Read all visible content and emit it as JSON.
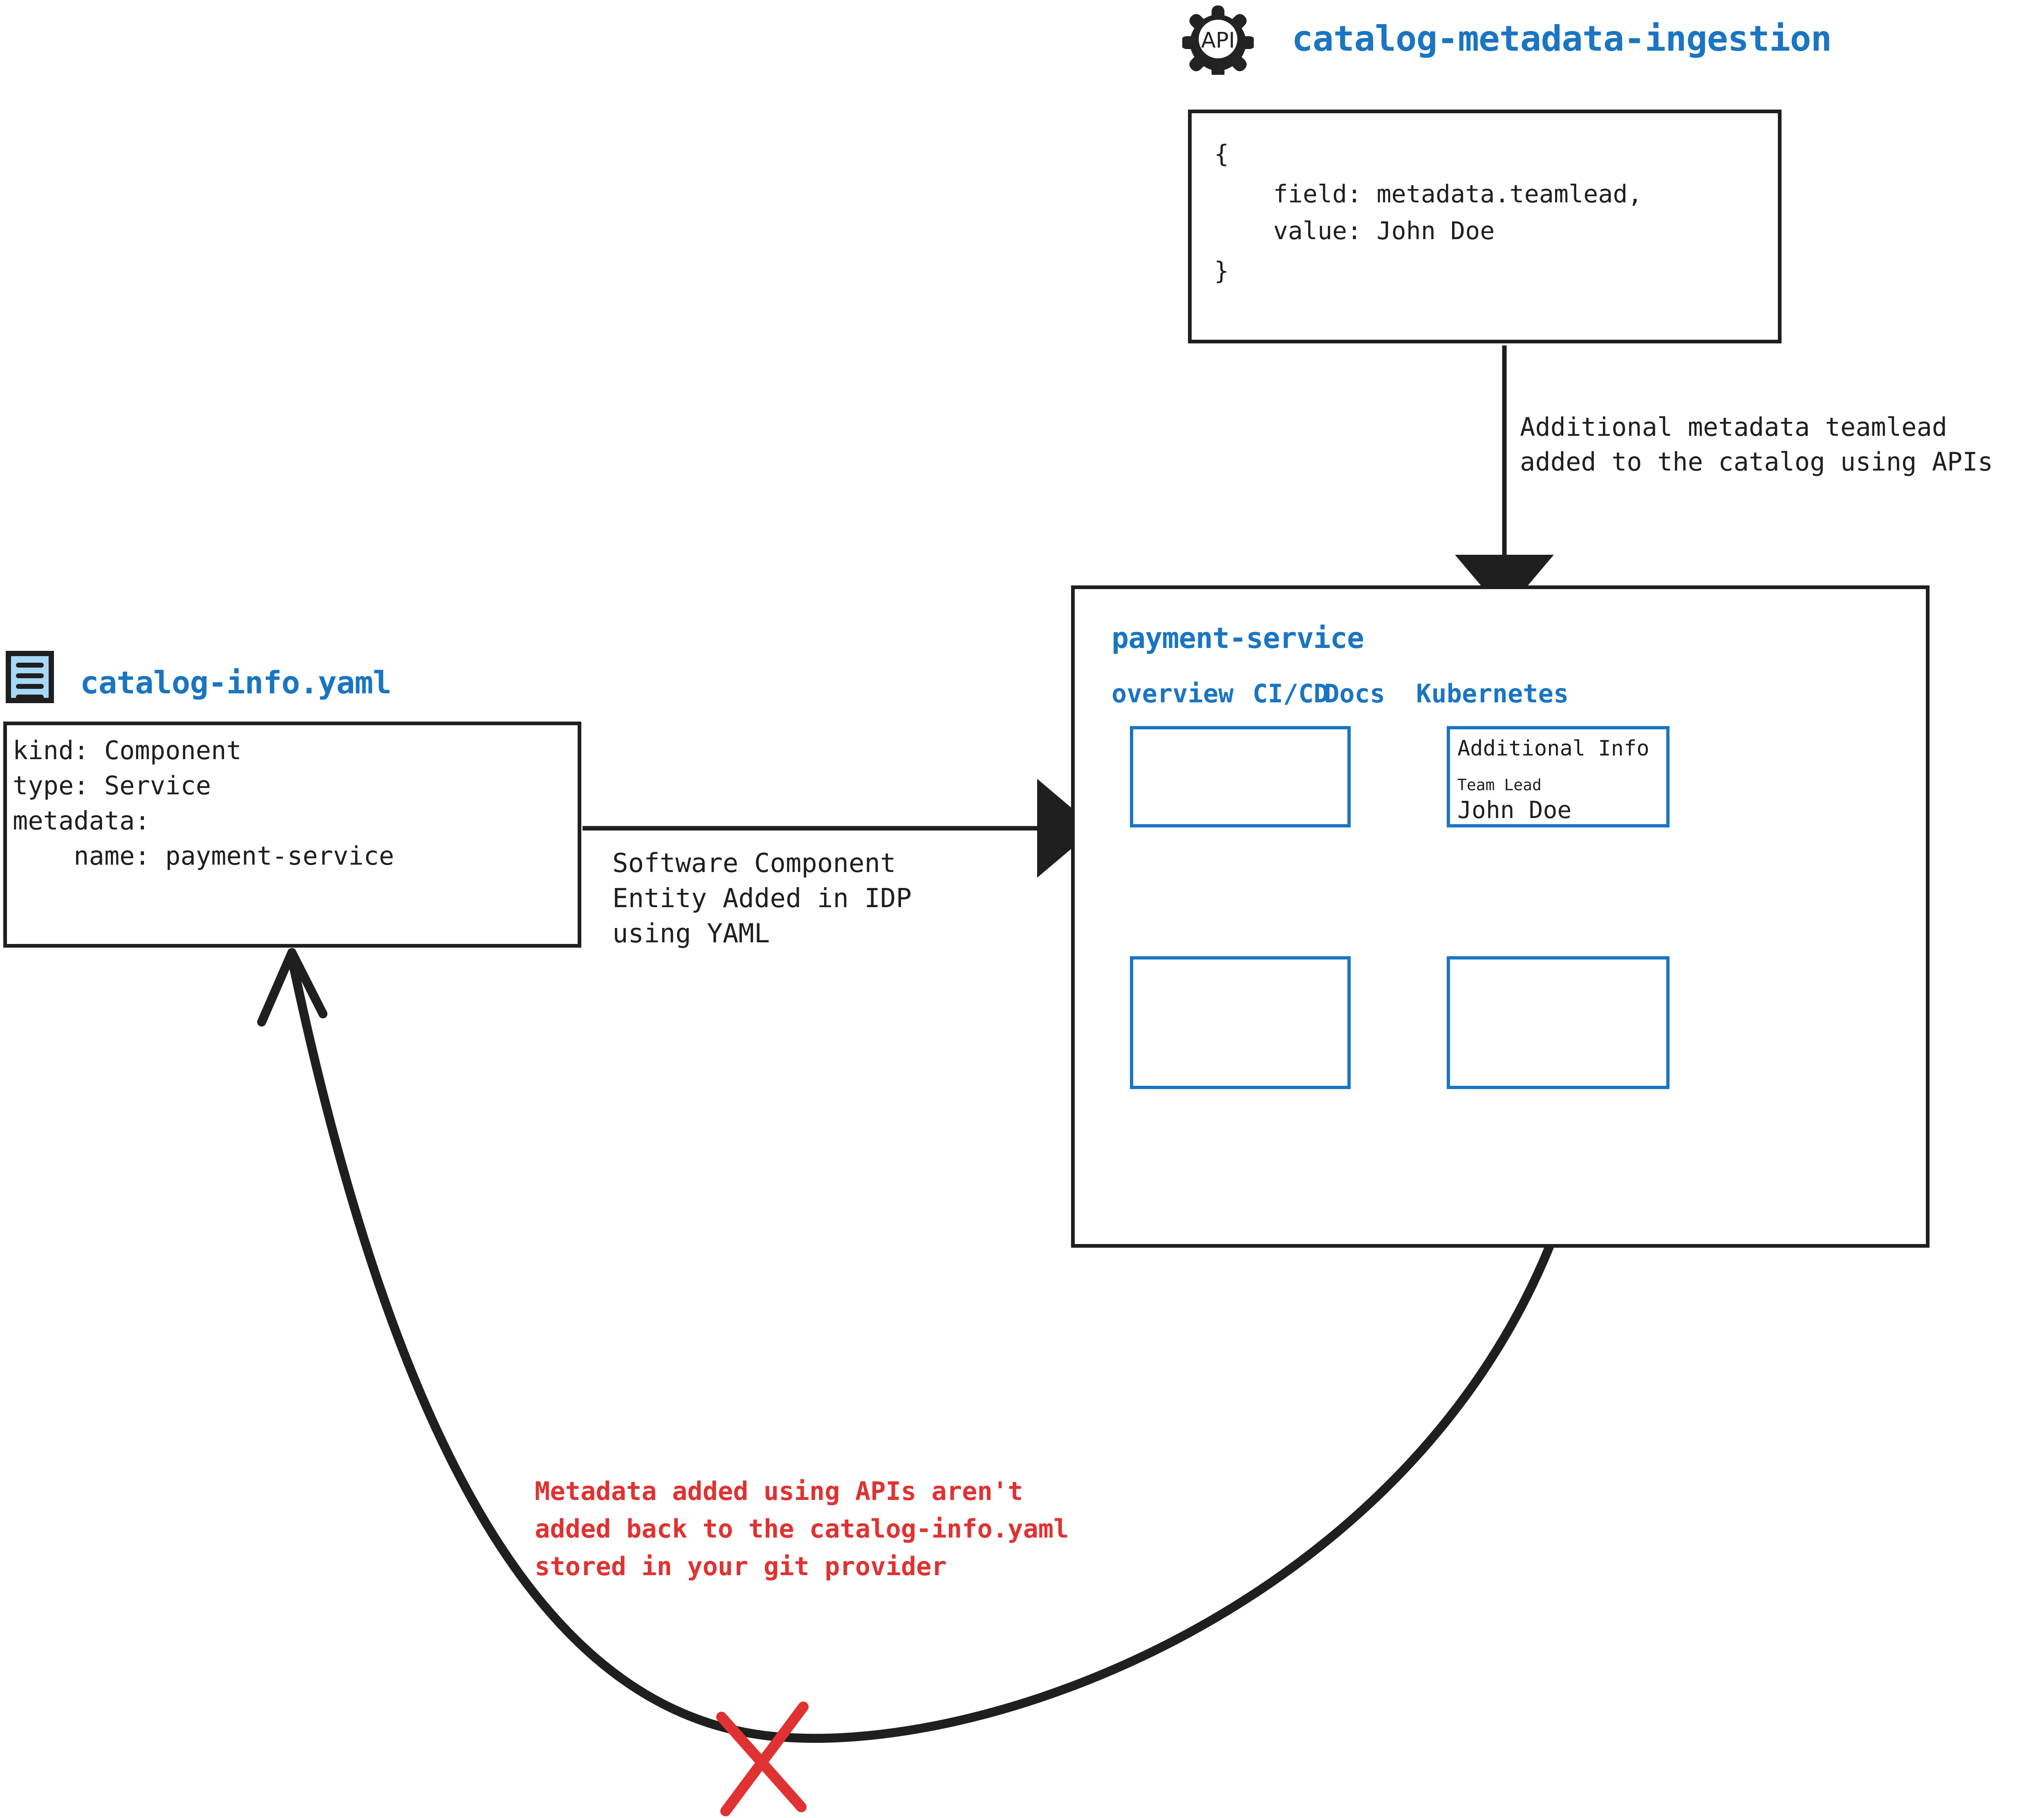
{
  "api_node": {
    "icon": "api-gear-icon",
    "icon_label": "API",
    "title": "catalog-metadata-ingestion",
    "payload_lines": [
      "{",
      "    field: metadata.teamlead,",
      "    value: John Doe",
      "}"
    ]
  },
  "edges": {
    "api_to_catalog_label_line1": "Additional metadata teamlead",
    "api_to_catalog_label_line2": "added to the catalog using APIs",
    "yaml_to_catalog_label_line1": "Software Component",
    "yaml_to_catalog_label_line2": "Entity Added in IDP",
    "yaml_to_catalog_label_line3": "using YAML",
    "blocked_label_line1": "Metadata added using APIs aren't",
    "blocked_label_line2": "added back to the catalog-info.yaml",
    "blocked_label_line3": "stored in your git provider",
    "blocked_marker": "red-x-icon"
  },
  "yaml_node": {
    "icon": "yaml-file-icon",
    "title": "catalog-info.yaml",
    "content_lines": [
      "kind: Component",
      "type: Service",
      "metadata:",
      "    name: payment-service"
    ]
  },
  "catalog_panel": {
    "title": "payment-service",
    "tabs": [
      {
        "label": "overview"
      },
      {
        "label": "CI/CD"
      },
      {
        "label": "Docs"
      },
      {
        "label": "Kubernetes"
      }
    ],
    "cards": {
      "overview_card": {
        "title": ""
      },
      "additional_info_card": {
        "title": "Additional Info",
        "field_label": "Team Lead",
        "field_value": "John Doe"
      },
      "bottom_left_card": {
        "title": ""
      },
      "bottom_right_card": {
        "title": ""
      }
    }
  },
  "colors": {
    "accent_blue": "#1a75c2",
    "ink": "#1f1f1f",
    "warn_red": "#e03232",
    "icon_fill": "#a8d8f8"
  }
}
